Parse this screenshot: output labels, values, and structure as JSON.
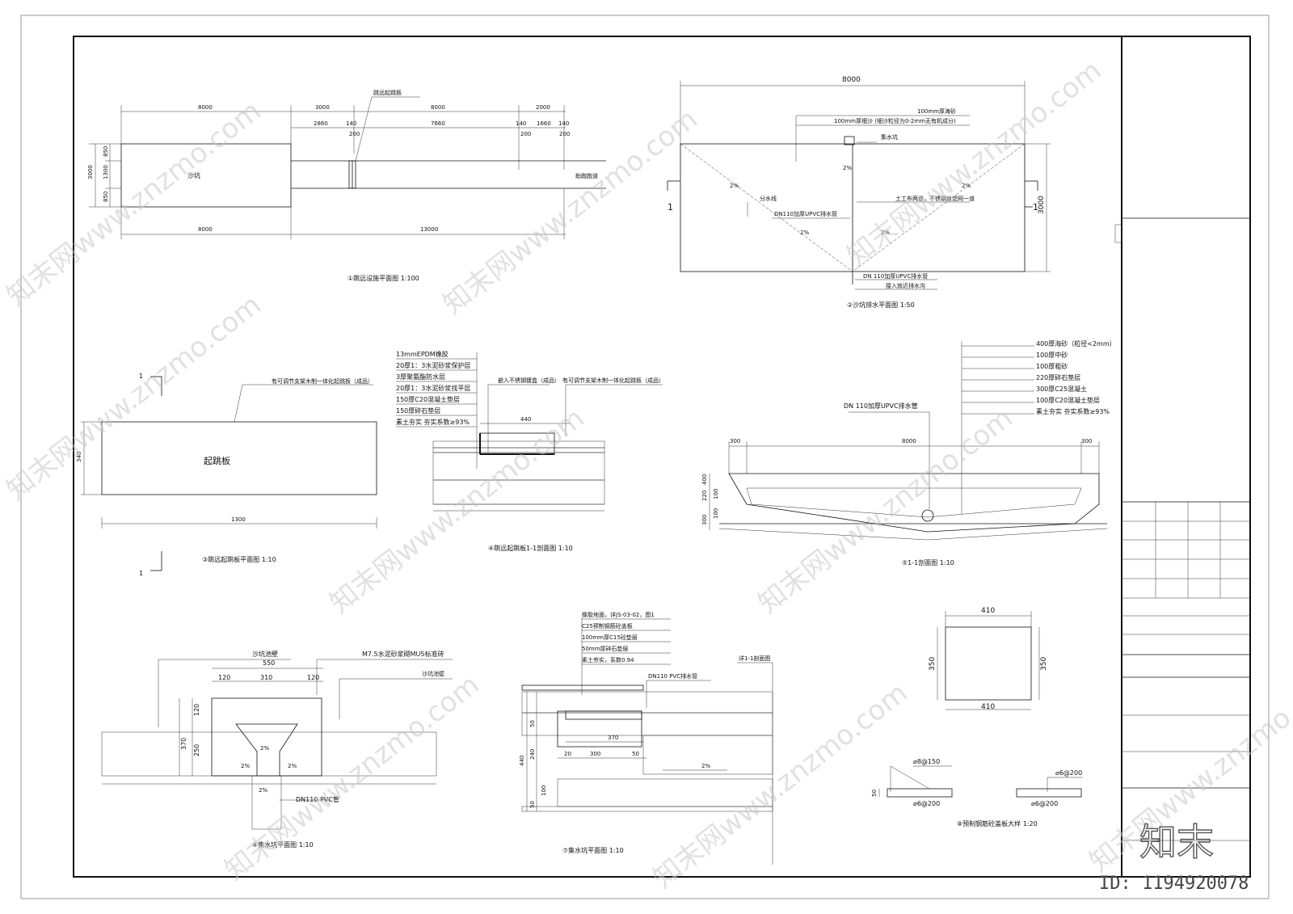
{
  "drawings": {
    "d1": {
      "title": "①跳远设施平面图 1:100",
      "dims_top": [
        "8000",
        "3000",
        "8000",
        "2000"
      ],
      "dims_sub": [
        "2860",
        "140",
        "200",
        "7660",
        "140",
        "200",
        "1660",
        "140",
        "200"
      ],
      "dims_left": [
        "3000",
        "850",
        "1300",
        "850"
      ],
      "dims_bottom": [
        "8000",
        "13000"
      ],
      "labels": {
        "sandpit": "沙坑",
        "board": "跳远起跳板",
        "runway": "助跑跑道"
      }
    },
    "d2": {
      "title": "②沙坑排水平面图 1:50",
      "dim_top": "8000",
      "dim_right": "3000",
      "section_marks": [
        "1",
        "1"
      ],
      "notes": [
        "100mm厚海砂",
        "100mm厚细沙 (细沙粒径为0-2mm无有机成分)",
        "集水坑",
        "分水线",
        "土工布两道，不锈钢丝滤网一道",
        "DN110加厚UPVC排水管"
      ],
      "slopes": [
        "2%",
        "2%",
        "2%",
        "2%",
        "2%"
      ],
      "bottom_notes": [
        "DN 110加厚UPVC排水管",
        "接入就近排水沟"
      ]
    },
    "d3": {
      "title": "③跳远起跳板平面图 1:10",
      "board_label": "起跳板",
      "top_note": "有可调节支架木制一体化起跳板（成品）",
      "dim_left": "340",
      "dim_bottom": "1300",
      "section_marks": [
        "1",
        "1"
      ]
    },
    "d4": {
      "title": "④跳远起跳板1-1剖面图 1:10",
      "layers": [
        "13mmEPDM橡胶",
        "20厚1：3水泥砂浆保护层",
        "3厚聚氨酯防水层",
        "20厚1：3水泥砂浆找平层",
        "150厚C20混凝土垫层",
        "150厚碎石垫层",
        "素土夯实 夯实系数≥93%"
      ],
      "note_a": "嵌入不锈钢镀盒（成品）",
      "note_b": "有可调节支架木制一体化起跳板（成品）",
      "dim": "440"
    },
    "d5": {
      "title": "⑤1-1剖面图 1:10",
      "layers": [
        "400厚海砂（粒径<2mm）",
        "100厚中砂",
        "100厚粗砂",
        "220厚碎石垫层",
        "300厚C25混凝土",
        "100厚C20混凝土垫层",
        "素土夯实 夯实系数≥93%"
      ],
      "pipe_note": "DN 110加厚UPVC排水管",
      "dims_top": [
        "300",
        "8000",
        "300"
      ],
      "dims_left": [
        "400",
        "220",
        "300",
        "100",
        "100"
      ]
    },
    "d6": {
      "title": "⑥集水坑平面图 1:10",
      "notes": [
        "沙坑池壁",
        "M7.5水泥砂浆砌MU5标准砖",
        "沙坑池壁"
      ],
      "dims_top": [
        "550",
        "120",
        "310",
        "120"
      ],
      "dims_left": [
        "370",
        "120",
        "250"
      ],
      "slopes": [
        "2%",
        "2%",
        "2%",
        "2%"
      ],
      "pipe": "DN110 PVC管"
    },
    "d7": {
      "title": "⑦集水坑平面图 1:10",
      "layers": [
        "橡胶地面，详JS-03-02，图1",
        "C25预制钢筋砼盖板",
        "100mm厚C15砼垫层",
        "50mm厚碎石垫层",
        "素土夯实，系数0.94"
      ],
      "pipe": "DN110 PVC排水管",
      "ref": "详1-1剖面图",
      "dims": [
        "50",
        "240",
        "440",
        "50",
        "100",
        "20",
        "300",
        "50",
        "370"
      ],
      "slope": "2%"
    },
    "d8": {
      "title": "⑧预制钢筋砼盖板大样 1:20",
      "dims": [
        "410",
        "410",
        "350",
        "350"
      ],
      "rebar": [
        "⌀8@150",
        "⌀6@200",
        "⌀6@200",
        "⌀6@200"
      ],
      "dim_small": "50"
    }
  },
  "watermarks": [
    "知末网www.znzmo.com"
  ],
  "brand": "知末",
  "id_text": "ID: 1194920078"
}
